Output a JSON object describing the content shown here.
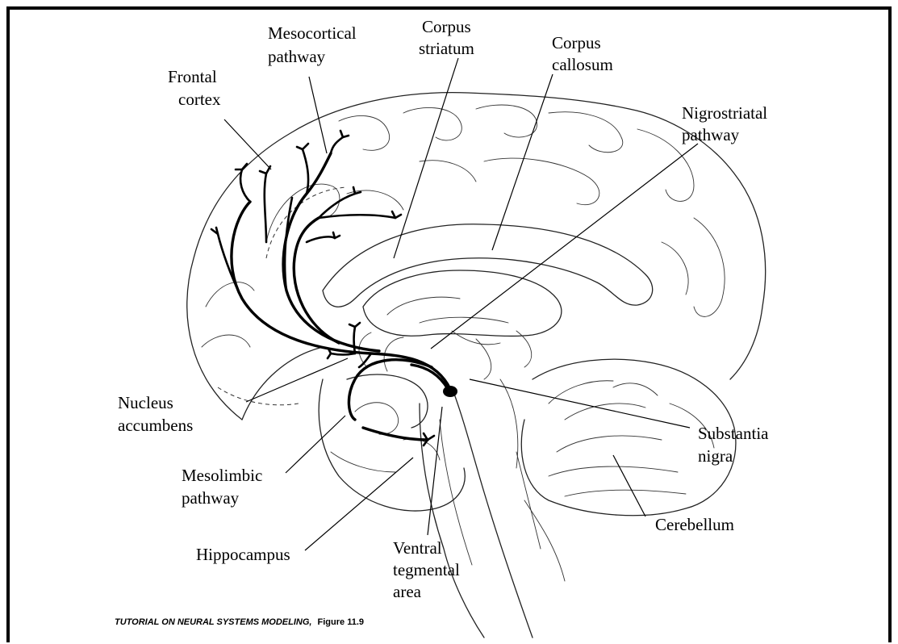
{
  "labels": {
    "frontal_cortex": [
      "Frontal",
      "cortex"
    ],
    "mesocortical_pathway": [
      "Mesocortical",
      "pathway"
    ],
    "corpus_striatum": [
      "Corpus",
      "striatum"
    ],
    "corpus_callosum": [
      "Corpus",
      "callosum"
    ],
    "nigrostriatal_pathway": [
      "Nigrostriatal",
      "pathway"
    ],
    "nucleus_accumbens": [
      "Nucleus",
      "accumbens"
    ],
    "mesolimbic_pathway": [
      "Mesolimbic",
      "pathway"
    ],
    "hippocampus": "Hippocampus",
    "ventral_tegmental_area": [
      "Ventral",
      "tegmental",
      "area"
    ],
    "substantia_nigra": [
      "Substantia",
      "nigra"
    ],
    "cerebellum": "Cerebellum"
  },
  "caption": {
    "title": "TUTORIAL ON NEURAL SYSTEMS MODELING,",
    "figure": "Figure 11.9"
  },
  "colors": {
    "ink": "#000000",
    "background": "#ffffff"
  }
}
